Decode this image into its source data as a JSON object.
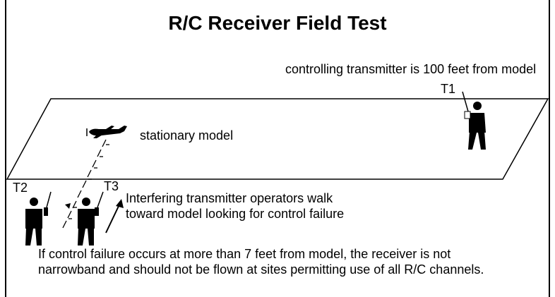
{
  "title": "R/C Receiver Field Test",
  "labels": {
    "controlling_transmitter": "controlling transmitter is 100 feet from model",
    "t1": "T1",
    "t2": "T2",
    "t3": "T3",
    "stationary_model": "stationary model",
    "interfering_line1": "Interfering transmitter operators walk",
    "interfering_line2": "toward model looking for control failure",
    "conclusion_line1": "If control failure occurs at more than 7 feet from model, the receiver is not",
    "conclusion_line2": "narrowband and should not be flown at sites permitting use of all R/C channels."
  },
  "icons": {
    "operator": "person-with-transmitter-icon",
    "model": "airplane-icon",
    "arrow": "arrow-icon"
  },
  "colors": {
    "ink": "#000000",
    "background": "#ffffff"
  }
}
